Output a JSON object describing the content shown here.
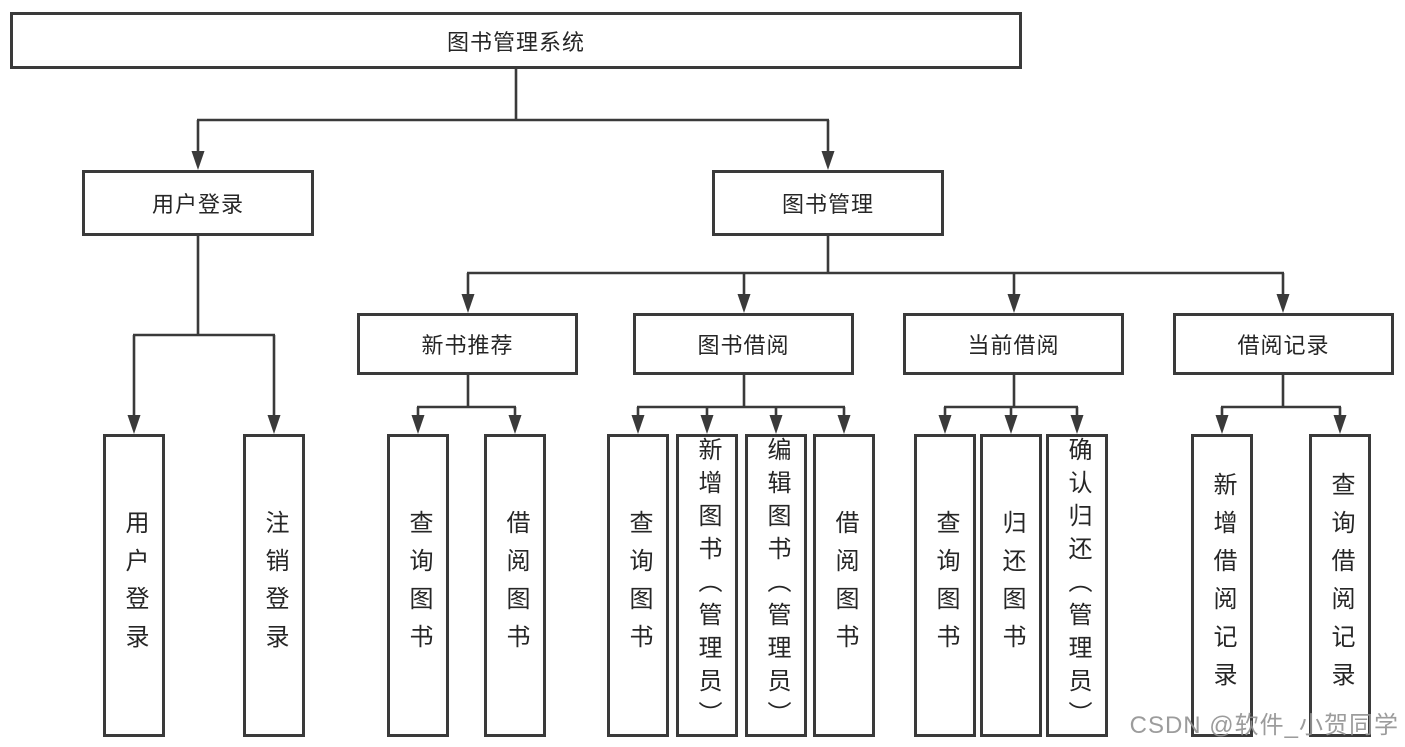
{
  "diagram": {
    "root": {
      "label": "图书管理系统"
    },
    "level2": [
      {
        "id": "user-login",
        "label": "用户登录"
      },
      {
        "id": "book-management",
        "label": "图书管理"
      }
    ],
    "level3": [
      {
        "id": "new-book-recommend",
        "label": "新书推荐",
        "parent": "图书管理"
      },
      {
        "id": "book-borrowing",
        "label": "图书借阅",
        "parent": "图书管理"
      },
      {
        "id": "current-borrowing",
        "label": "当前借阅",
        "parent": "图书管理"
      },
      {
        "id": "borrowing-records",
        "label": "借阅记录",
        "parent": "图书管理"
      }
    ],
    "leaves": [
      {
        "label": "用户登录",
        "parent": "用户登录"
      },
      {
        "label": "注销登录",
        "parent": "用户登录"
      },
      {
        "label": "查询图书",
        "parent": "新书推荐"
      },
      {
        "label": "借阅图书",
        "parent": "新书推荐"
      },
      {
        "label": "查询图书",
        "parent": "图书借阅"
      },
      {
        "label": "新增图书（管理员）",
        "parent": "图书借阅"
      },
      {
        "label": "编辑图书（管理员）",
        "parent": "图书借阅"
      },
      {
        "label": "借阅图书",
        "parent": "图书借阅"
      },
      {
        "label": "查询图书",
        "parent": "当前借阅"
      },
      {
        "label": "归还图书",
        "parent": "当前借阅"
      },
      {
        "label": "确认归还（管理员）",
        "parent": "当前借阅"
      },
      {
        "label": "新增借阅记录",
        "parent": "借阅记录"
      },
      {
        "label": "查询借阅记录",
        "parent": "借阅记录"
      }
    ]
  },
  "watermark": {
    "text": "CSDN @软件_小贺同学"
  },
  "colors": {
    "line": "#3a3a3a",
    "box_border": "#3a3a3a",
    "text": "#262626",
    "watermark": "#949494",
    "background": "#ffffff"
  }
}
